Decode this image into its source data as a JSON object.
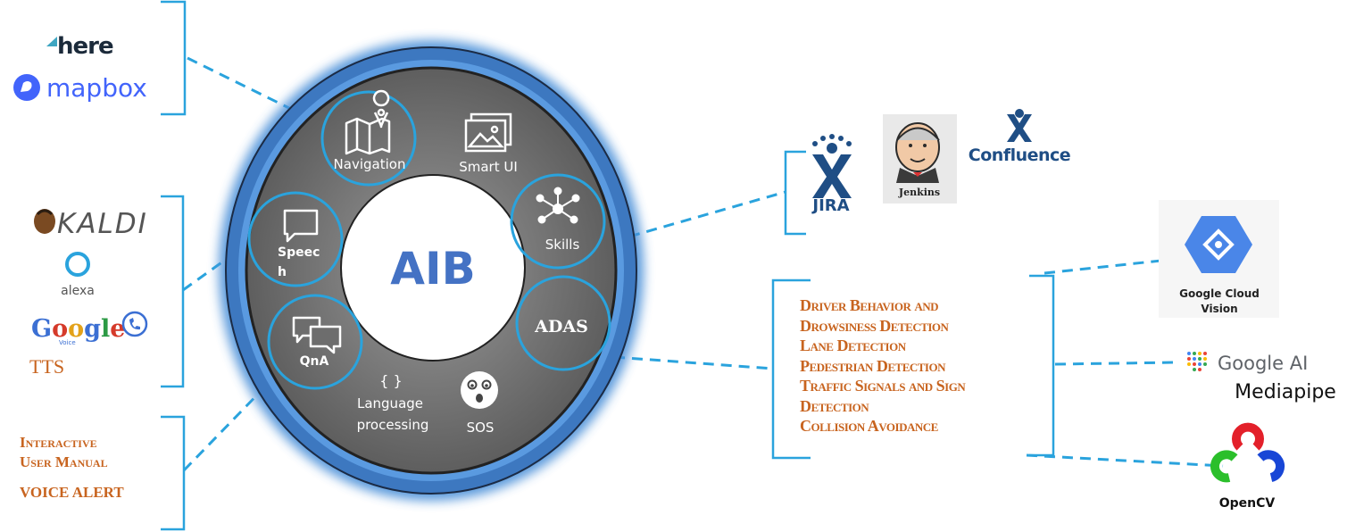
{
  "hub": {
    "title": "AIB",
    "segments": {
      "navigation": "Navigation",
      "smart_ui": "Smart UI",
      "skills": "Skills",
      "adas": "ADAS",
      "sos": "SOS",
      "language_braces": "{ }",
      "language_line1": "Language",
      "language_line2": "processing",
      "qna": "QnA",
      "speech_line1": "Speec",
      "speech_line2": "h"
    }
  },
  "maps": {
    "here": "here",
    "mapbox": "mapbox"
  },
  "speech_group": {
    "kaldi": "KALDI",
    "alexa": "alexa",
    "google": "Google",
    "google_sub": "Voice",
    "tts": "TTS"
  },
  "manual_group": {
    "line1": "Interactive",
    "line2": "User Manual",
    "line3": "VOICE ALERT"
  },
  "tools_group": {
    "jira": "JIRA",
    "jenkins": "Jenkins",
    "confluence": "Confluence"
  },
  "adas_group": {
    "features": [
      "Driver Behavior and",
      "Drowsiness Detection",
      "Lane Detection",
      "Pedestrian Detection",
      "Traffic Signals and Sign",
      "Detection",
      "Collision Avoidance"
    ],
    "vision_line1": "Google Cloud",
    "vision_line2": "Vision",
    "googleai": "Google AI",
    "mediapipe": "Mediapipe",
    "opencv": "OpenCV"
  },
  "colors": {
    "accent_blue": "#2aa3dd",
    "title_blue": "#4472c4",
    "orange": "#c8641f",
    "ring_gray": "#6d6d6d"
  }
}
